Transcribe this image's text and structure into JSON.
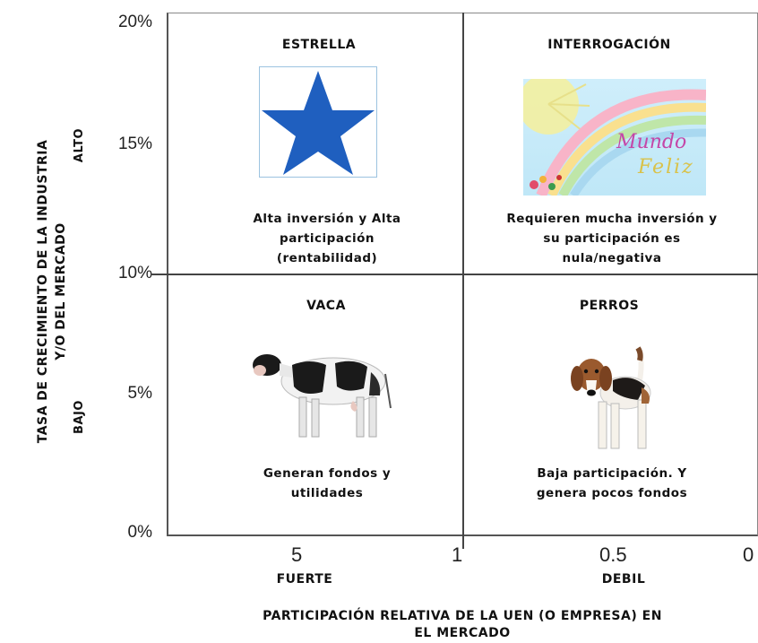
{
  "y_axis": {
    "title_line1": "TASA DE CRECIMIENTO DE LA INDUSTRIA",
    "title_line2": "Y/O DEL MERCADO",
    "ticks": [
      "20%",
      "15%",
      "10%",
      "5%",
      "0%"
    ],
    "high_label": "ALTO",
    "low_label": "BAJO"
  },
  "x_axis": {
    "ticks": [
      "5",
      "1",
      "0.5",
      "0"
    ],
    "strong_label": "FUERTE",
    "weak_label": "DEBIL",
    "title_line1": "PARTICIPACIÓN RELATIVA DE LA UEN (O EMPRESA) EN",
    "title_line2": "EL MERCADO"
  },
  "quadrants": {
    "star": {
      "title": "ESTRELLA",
      "desc_line1": "Alta inversión y Alta",
      "desc_line2": "participación",
      "desc_line3": "(rentabilidad)",
      "icon": "star-icon",
      "color": "#1f5fbf"
    },
    "question": {
      "title": "INTERROGACIÓN",
      "desc_line1": "Requieren mucha inversión y",
      "desc_line2": "su participación es",
      "desc_line3": "nula/negativa",
      "image_text_1": "Mundo",
      "image_text_2": "Feliz"
    },
    "cow": {
      "title": "VACA",
      "desc_line1": "Generan fondos y",
      "desc_line2": "utilidades",
      "icon": "cow-icon"
    },
    "dogs": {
      "title": "PERROS",
      "desc_line1": "Baja participación. Y",
      "desc_line2": "genera pocos fondos",
      "icon": "dog-icon"
    }
  }
}
